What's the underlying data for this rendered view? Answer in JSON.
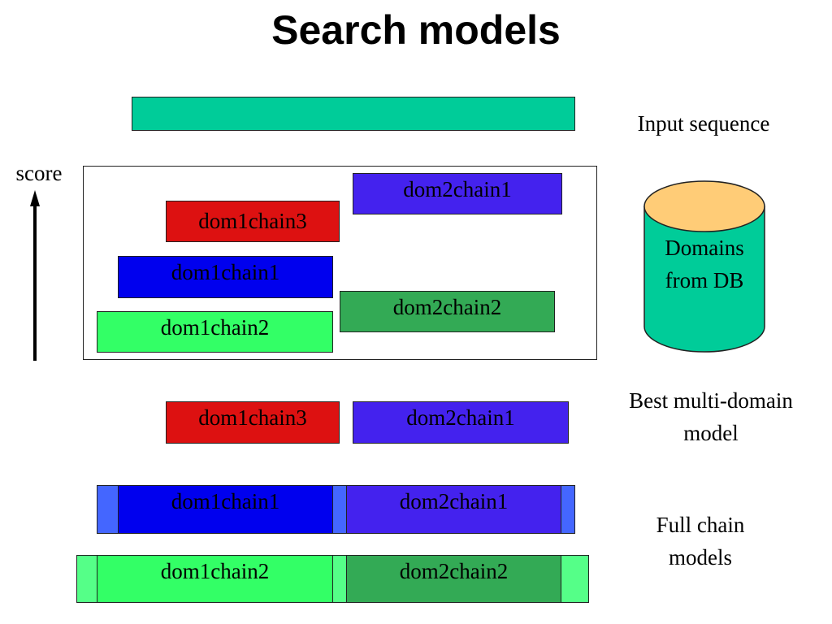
{
  "title": "Search models",
  "labels": {
    "input_sequence": "Input sequence",
    "score": "score",
    "best_line1": "Best multi-domain",
    "best_line2": "model",
    "full_line1": "Full chain",
    "full_line2": "models"
  },
  "database": {
    "line1": "Domains",
    "line2": "from DB"
  },
  "chains": {
    "dom1chain1": "dom1chain1",
    "dom1chain2": "dom1chain2",
    "dom1chain3": "dom1chain3",
    "dom2chain1": "dom2chain1",
    "dom2chain2": "dom2chain2"
  },
  "colors": {
    "input": "#00cc99",
    "red": "#dd1111",
    "blue": "#0000ee",
    "purple": "#4422ee",
    "lightgreen": "#33ff66",
    "darkgreen": "#33aa55",
    "pale_blue": "#4466ff",
    "pale_green": "#55ff88",
    "cyl_body": "#00cc99",
    "cyl_top": "#ffcc77"
  }
}
